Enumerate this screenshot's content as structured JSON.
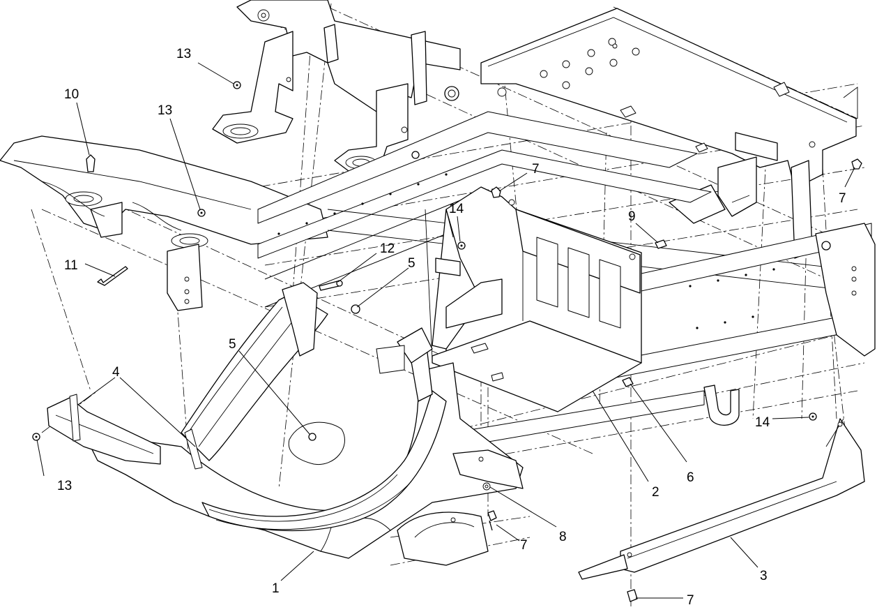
{
  "diagram": {
    "callouts": [
      {
        "id": "c-13a",
        "label": "13"
      },
      {
        "id": "c-10",
        "label": "10"
      },
      {
        "id": "c-13b",
        "label": "13"
      },
      {
        "id": "c-11",
        "label": "11"
      },
      {
        "id": "c-12",
        "label": "12"
      },
      {
        "id": "c-5a",
        "label": "5"
      },
      {
        "id": "c-5b",
        "label": "5"
      },
      {
        "id": "c-14a",
        "label": "14"
      },
      {
        "id": "c-7a",
        "label": "7"
      },
      {
        "id": "c-9",
        "label": "9"
      },
      {
        "id": "c-7b",
        "label": "7"
      },
      {
        "id": "c-4",
        "label": "4"
      },
      {
        "id": "c-13c",
        "label": "13"
      },
      {
        "id": "c-14b",
        "label": "14"
      },
      {
        "id": "c-6",
        "label": "6"
      },
      {
        "id": "c-2",
        "label": "2"
      },
      {
        "id": "c-8",
        "label": "8"
      },
      {
        "id": "c-7c",
        "label": "7"
      },
      {
        "id": "c-3",
        "label": "3"
      },
      {
        "id": "c-1",
        "label": "1"
      },
      {
        "id": "c-7d",
        "label": "7"
      }
    ]
  }
}
